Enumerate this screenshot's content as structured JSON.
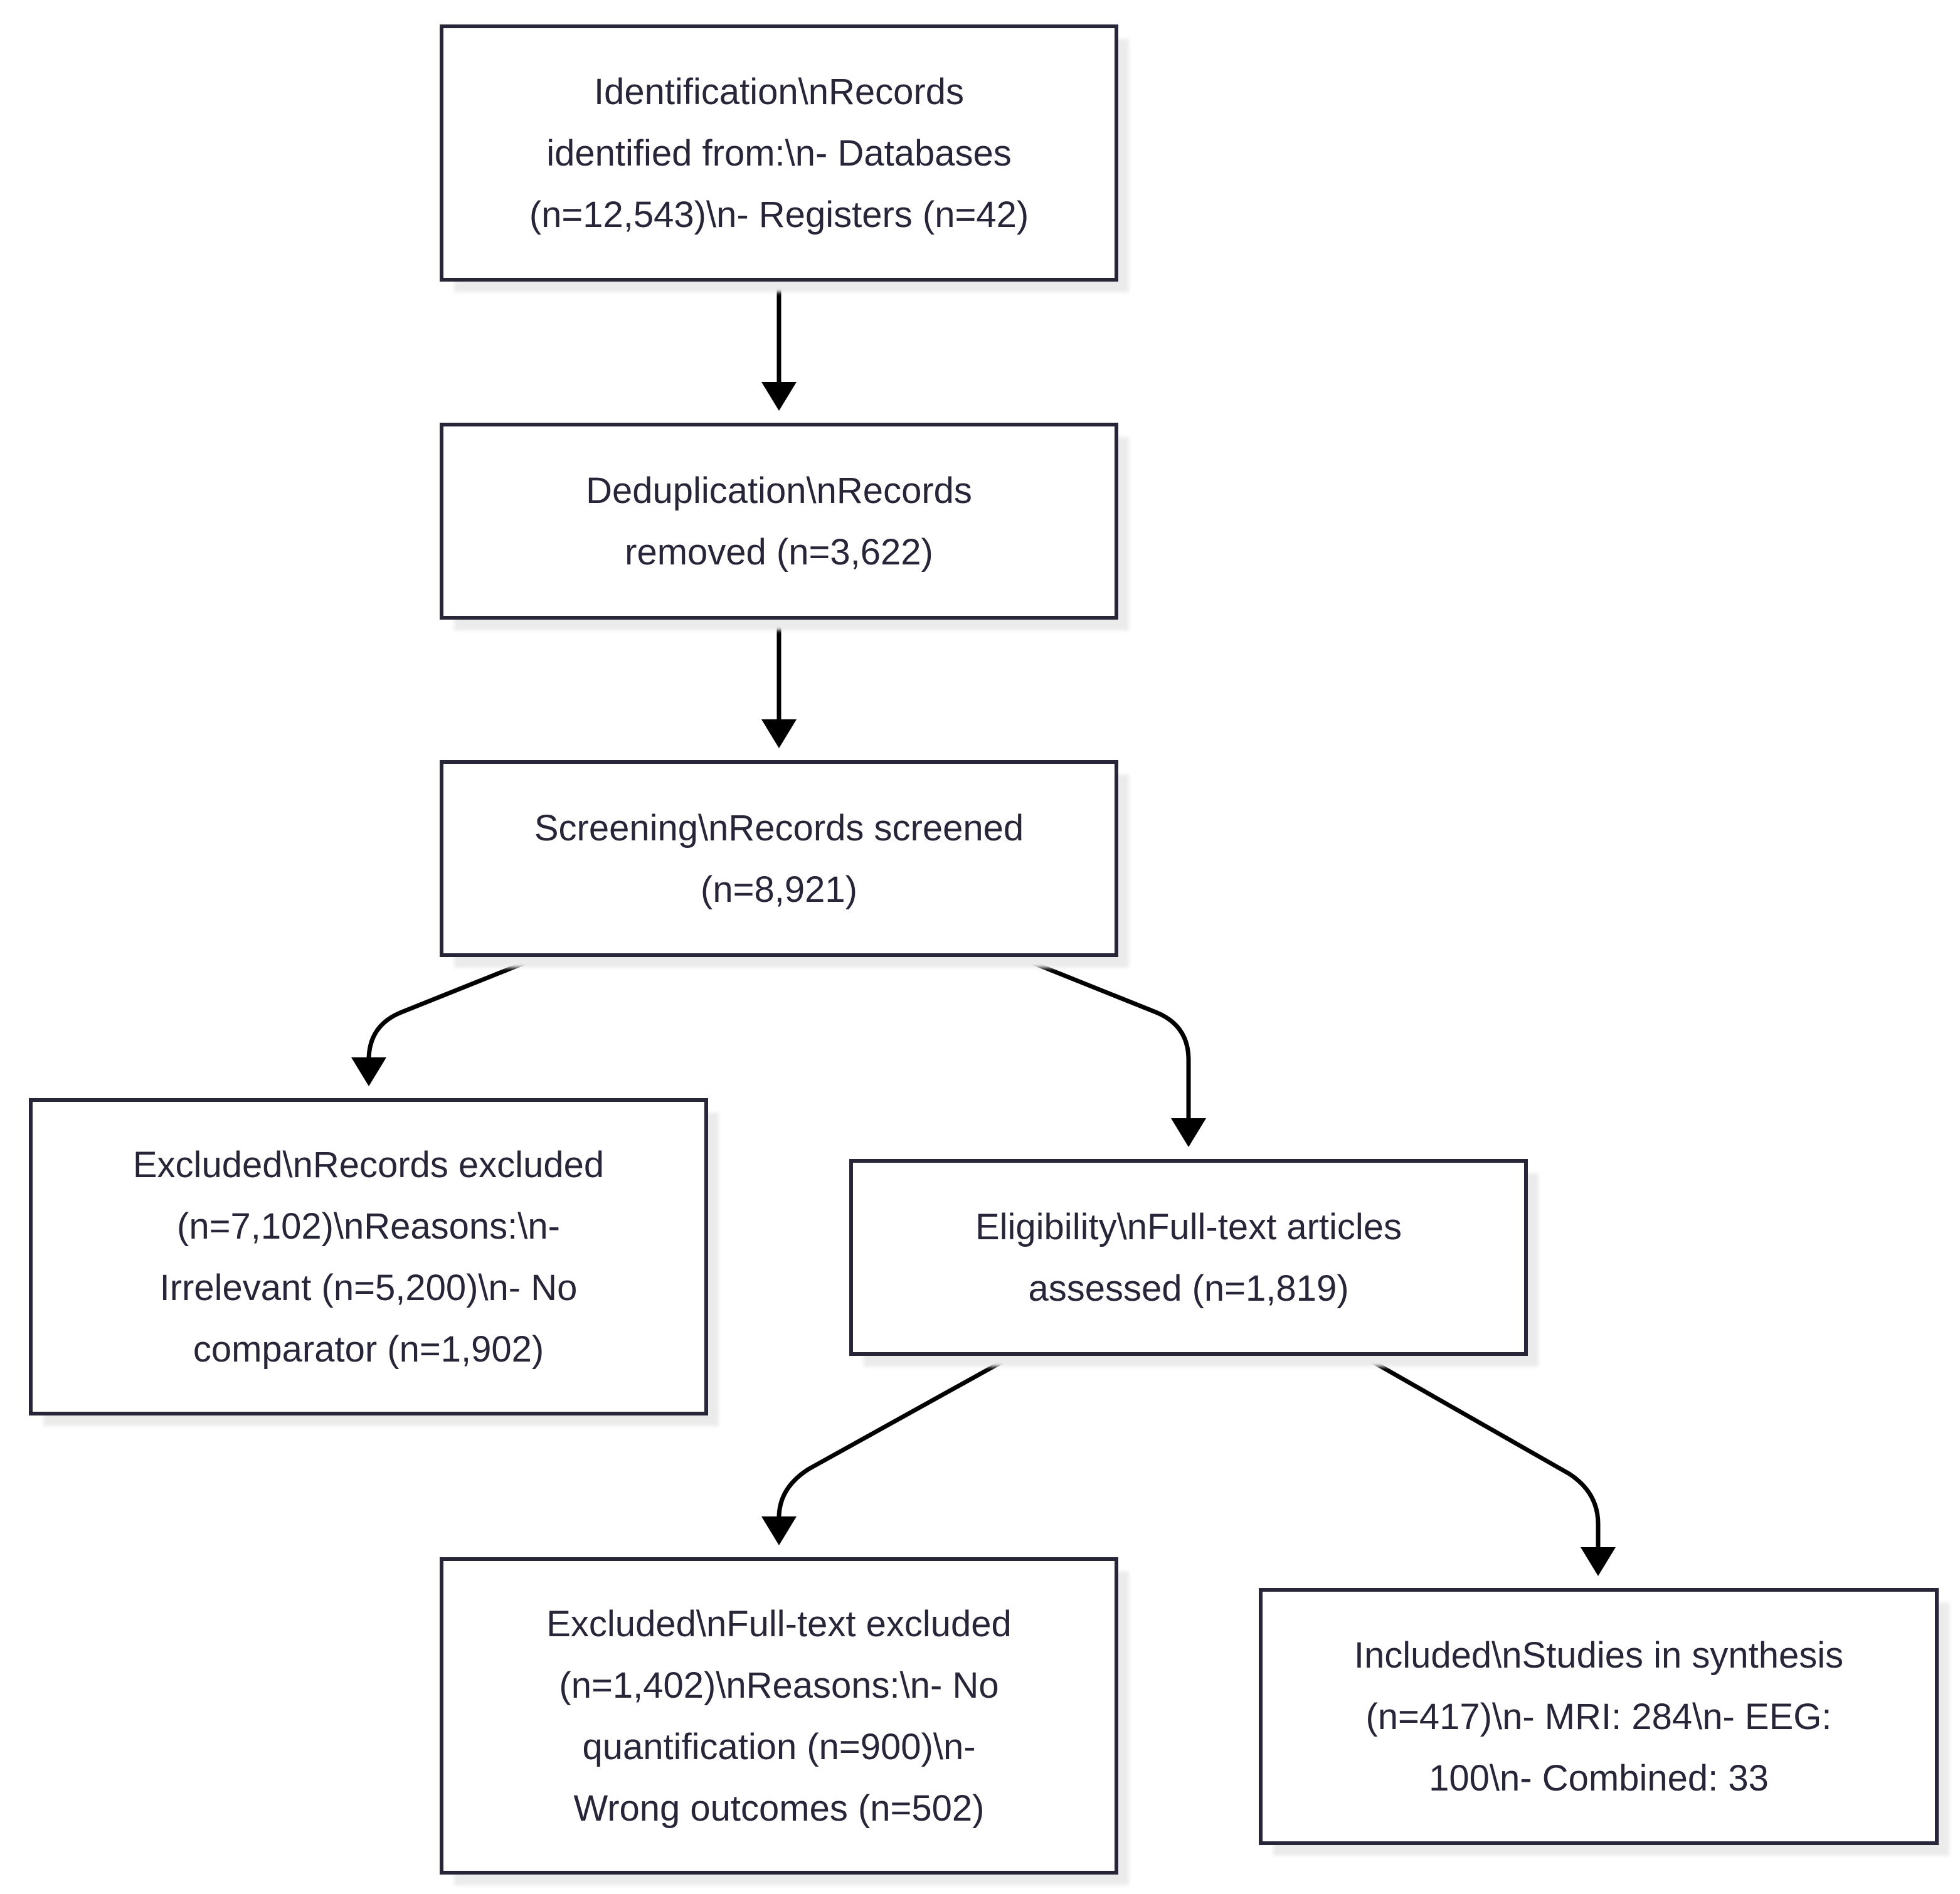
{
  "nodes": [
    {
      "id": "identification",
      "lines": [
        "Identification\\nRecords",
        "identified from:\\n- Databases",
        "(n=12,543)\\n- Registers (n=42)"
      ]
    },
    {
      "id": "deduplication",
      "lines": [
        "Deduplication\\nRecords",
        "removed (n=3,622)"
      ]
    },
    {
      "id": "screening",
      "lines": [
        "Screening\\nRecords screened",
        "(n=8,921)"
      ]
    },
    {
      "id": "excluded-records",
      "lines": [
        "Excluded\\nRecords excluded",
        "(n=7,102)\\nReasons:\\n-",
        "Irrelevant (n=5,200)\\n- No",
        "comparator (n=1,902)"
      ]
    },
    {
      "id": "eligibility",
      "lines": [
        "Eligibility\\nFull-text articles",
        "assessed (n=1,819)"
      ]
    },
    {
      "id": "excluded-fulltext",
      "lines": [
        "Excluded\\nFull-text excluded",
        "(n=1,402)\\nReasons:\\n- No",
        "quantification (n=900)\\n-",
        "Wrong outcomes (n=502)"
      ]
    },
    {
      "id": "included",
      "lines": [
        "Included\\nStudies in synthesis",
        "(n=417)\\n- MRI: 284\\n- EEG:",
        "100\\n- Combined: 33"
      ]
    }
  ],
  "edges": [
    {
      "from": "identification",
      "to": "deduplication"
    },
    {
      "from": "deduplication",
      "to": "screening"
    },
    {
      "from": "screening",
      "to": "excluded-records"
    },
    {
      "from": "screening",
      "to": "eligibility"
    },
    {
      "from": "eligibility",
      "to": "excluded-fulltext"
    },
    {
      "from": "eligibility",
      "to": "included"
    }
  ],
  "colors": {
    "box_border": "#272538",
    "box_fill": "#ffffff",
    "shadow": "#ebebeb",
    "text": "#272538",
    "arrow": "#000000"
  }
}
